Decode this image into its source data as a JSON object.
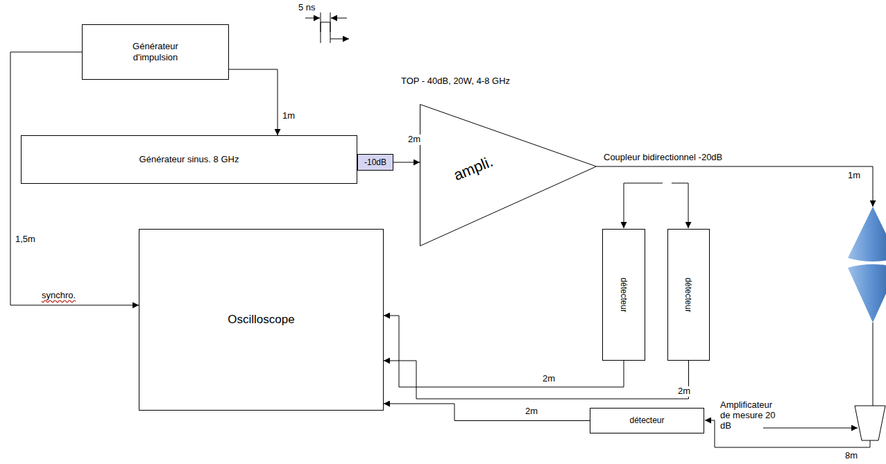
{
  "diagram": {
    "nodes": [
      {
        "text": [
          "Générateur d'impulsion"
        ]
      },
      {
        "text": [
          "Générateur sinus. 8 GHz"
        ]
      },
      {
        "text": [
          "-10dB"
        ]
      },
      {
        "text": [
          "ampli."
        ]
      },
      {
        "text": [
          "Oscilloscope"
        ]
      },
      {
        "text": [
          "détecteur"
        ]
      },
      {
        "text": [
          "détecteur"
        ]
      },
      {
        "text": [
          "détecteur"
        ]
      }
    ],
    "edges": [
      {
        "from": 0,
        "to": 1,
        "arrow": "to",
        "label": "1m"
      },
      {
        "from": 2,
        "to": 3,
        "arrow": "to",
        "label": "2m"
      },
      {
        "from": 0,
        "to": 4,
        "arrow": "to",
        "label": "synchro."
      },
      {
        "from": 5,
        "to": 4,
        "arrow": "to",
        "label": "2m"
      },
      {
        "from": 6,
        "to": 4,
        "arrow": "to",
        "label": "2m"
      },
      {
        "from": 7,
        "to": 4,
        "arrow": "to",
        "label": "2m"
      }
    ],
    "labels": [
      "5 ns",
      "TOP - 40dB, 20W, 4-8 GHz",
      "Coupleur bidirectionnel -20dB",
      "1m",
      "1,5m",
      "Amplificateur de mesure 20 dB",
      "8m"
    ]
  }
}
